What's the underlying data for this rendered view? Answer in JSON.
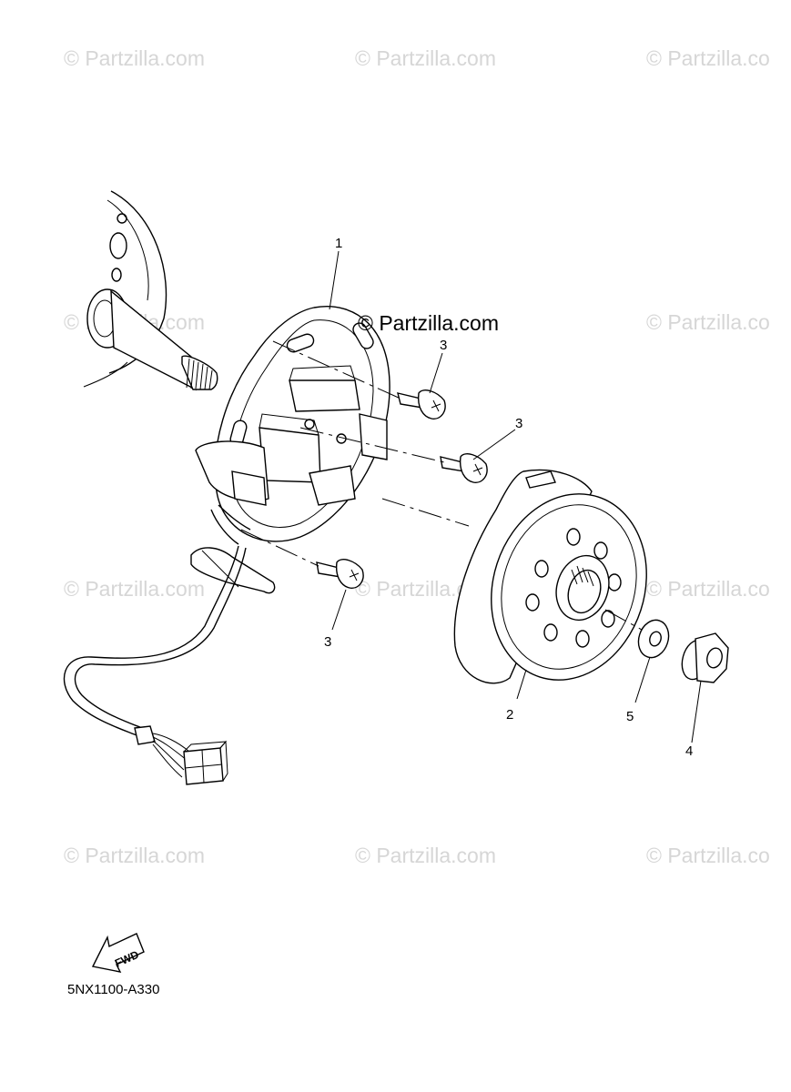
{
  "watermarks": [
    "© Partzilla.com",
    "© Partzilla.com",
    "© Partzilla.co",
    "© Partzilla.com",
    "© Partzilla.co",
    "© Partzilla.com",
    "© Partzilla.com",
    "© Partzilla.co",
    "© Partzilla.com",
    "© Partzilla.com",
    "© Partzilla.co"
  ],
  "watermark_main": "© Partzilla.com",
  "callouts": {
    "stator": "1",
    "rotor": "2",
    "screw_a": "3",
    "screw_b": "3",
    "screw_c": "3",
    "nut": "4",
    "washer": "5"
  },
  "fwd_label": "FWD",
  "diagram_code": "5NX1100-A330"
}
